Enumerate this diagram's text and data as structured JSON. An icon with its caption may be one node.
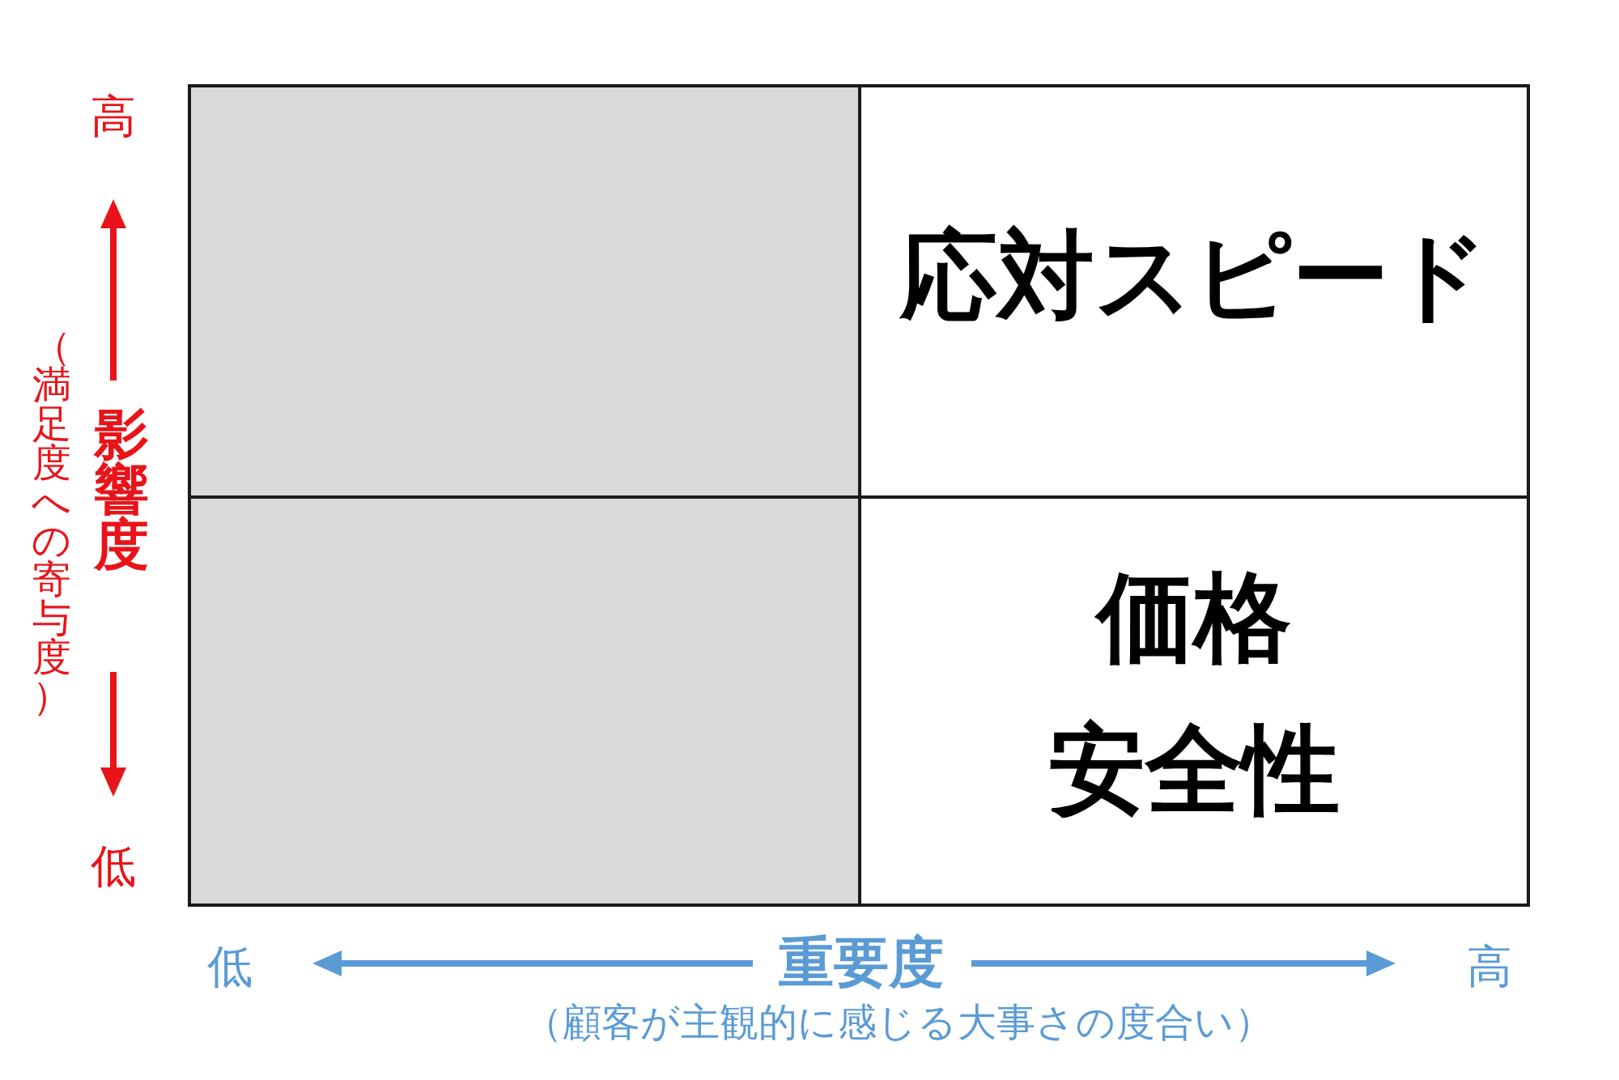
{
  "diagram": {
    "nodes": [
      {
        "text": [],
        "shape": "box"
      },
      {
        "text": [
          "応対スピード"
        ]
      },
      {
        "text": [],
        "shape": "box"
      },
      {
        "text": [
          "価格",
          "安全性"
        ]
      }
    ],
    "labels": [
      "高",
      "影響度",
      "（満足度への寄与度）",
      "低",
      "低",
      "重要度",
      "高",
      "（顧客が主観的に感じる大事さの度合い）"
    ]
  }
}
